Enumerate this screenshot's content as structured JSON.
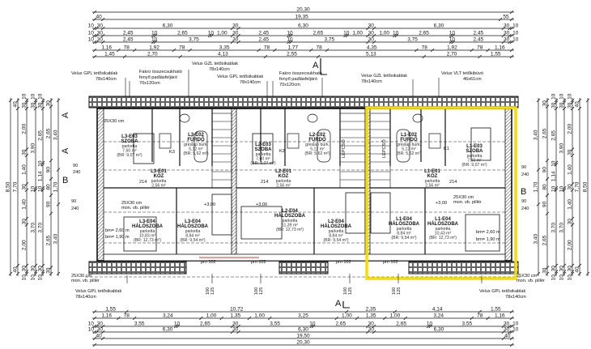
{
  "dimensions": {
    "top": [
      [
        "10",
        "30",
        "2,45",
        "10",
        "3,75",
        "30",
        "2,45",
        "10",
        "3,75",
        "30",
        "3,75",
        "10",
        "2,45",
        "30",
        "10"
      ],
      [
        "10",
        "30",
        "2,45",
        "10",
        "2,65",
        "10",
        "1,00",
        "30",
        "2,45",
        "10",
        "2,65",
        "10",
        "1,00",
        "30",
        "1,00",
        "10",
        "2,65",
        "10",
        "2,45",
        "30",
        "10"
      ],
      [
        "10",
        "30",
        "6,30",
        "30",
        "6,30",
        "30",
        "6,30",
        "30",
        "10"
      ],
      [
        "40",
        "19,35",
        "55"
      ],
      [
        "20,30"
      ]
    ],
    "top_windows": [
      [
        "1,16",
        "78",
        "1,92",
        "78",
        "3,35",
        "78",
        "1,77",
        "78",
        "4,35",
        "78",
        "1,92",
        "78",
        "1,16"
      ],
      [
        "1,45",
        "2,70",
        "4,13",
        "2,55",
        "5,13",
        "2,70",
        "1,55"
      ]
    ],
    "bottom": [
      [
        "1,55",
        "10,72",
        "2,35",
        "4,14",
        "1,55"
      ],
      [
        "1,16",
        "78",
        "3,24",
        "1,00",
        "1,35",
        "1,00",
        "3,25",
        "1,00",
        "1,35",
        "1,00",
        "3,24",
        "78",
        "1,16"
      ],
      [
        "10",
        "30",
        "3,55",
        "10",
        "2,65",
        "30",
        "3,55",
        "10",
        "2,65",
        "30",
        "2,65",
        "10",
        "3,55",
        "30",
        "10"
      ],
      [
        "10",
        "30",
        "6,30",
        "30",
        "6,30",
        "30",
        "6,30",
        "30",
        "10"
      ],
      [
        "40",
        "19,50",
        "40"
      ],
      [
        "20,30"
      ]
    ],
    "left": [
      [
        "8,50"
      ],
      [
        "40",
        "7,70",
        "40"
      ],
      [
        "10",
        "30",
        "2,00",
        "30",
        "1,40",
        "30",
        "1,40",
        "30",
        "2,00",
        "30",
        "10"
      ],
      [
        "10",
        "30",
        "3,90",
        "10",
        "3,70",
        "30",
        "10"
      ],
      [
        "10",
        "30",
        "2,65",
        "10",
        "1,14",
        "10",
        "3,70",
        "30",
        "10"
      ],
      [
        "30",
        "2,65",
        "90",
        "80",
        "90",
        "2,65",
        "30"
      ],
      [
        "3,40",
        "1,70",
        "3,40"
      ]
    ],
    "right": [
      [
        "3,40",
        "1,70",
        "3,40"
      ],
      [
        "30",
        "2,65",
        "90",
        "80",
        "90",
        "2,65",
        "30"
      ],
      [
        "10",
        "30",
        "2,65",
        "10",
        "1,14",
        "10",
        "3,70",
        "30",
        "10"
      ],
      [
        "10",
        "30",
        "3,90",
        "10",
        "3,70",
        "30",
        "10"
      ],
      [
        "10",
        "30",
        "2,00",
        "30",
        "1,40",
        "30",
        "1,40",
        "30",
        "2,00",
        "30",
        "10"
      ],
      [
        "40",
        "7,70",
        "40"
      ],
      [
        "8,50"
      ]
    ]
  },
  "window_notes": {
    "velux_gpl_1": [
      "Velux GPL tetősikablak",
      "78x140cm"
    ],
    "fakro_1": [
      "Fakro összecsukható",
      "fenyő padlásfeljáró",
      "70x120cm"
    ],
    "velux_gzl_1": [
      "Velux GZL tetősikablak",
      "78x140cm"
    ],
    "velux_gpl_2": [
      "Velux GPL tetősikablak",
      "78x140cm"
    ],
    "fakro_2": [
      "Fakro összecsukható",
      "fenyő padlásfeljáró",
      "70x120cm"
    ],
    "velux_gzl_2": [
      "Velux GZL tetősikablak",
      "78x140cm"
    ],
    "velux_vlt": [
      "Velux VLT tetőkibúvó",
      "46x61cm"
    ],
    "velux_gpl_bottom_left": [
      "Velux GPL tetősikablak",
      "78x140cm"
    ],
    "velux_gpl_bottom_right": [
      "Velux GPL tetősikablak",
      "78x140cm"
    ]
  },
  "section_marks": {
    "a": "A",
    "b": "B"
  },
  "rooms": {
    "l3_e03": {
      "code": "L3-E03",
      "name": "SZOBA",
      "floor": "parketta",
      "area": "7,60 m²",
      "br": "(BR: 9,07 m²)"
    },
    "l3_e02": {
      "code": "L3-E02",
      "name": "FÜRDŐ",
      "floor": "greslap burk.",
      "area": "5,12 m²",
      "br": "(BR: 5,62 m²)"
    },
    "l3_e01": {
      "code": "L3-E01",
      "name": "KÖZ",
      "floor": "parketta",
      "area": "2,56 m²"
    },
    "l3_e04a": {
      "code": "L3-E04",
      "name": "HÁLÓSZOBA",
      "floor": "parketta",
      "area": "10,83 m²",
      "br": "(BR: 12,73 m²)"
    },
    "l3_e04b": {
      "code": "L3-E04",
      "name": "HÁLÓSZOBA",
      "floor": "parketta",
      "area": "8,84 m²",
      "br": "(BR: 9,54 m²)"
    },
    "l2_e03": {
      "code": "L2-E03",
      "name": "SZOBA",
      "floor": "parketta",
      "area": "7,60 m²",
      "br": "(BR: 9,07 m²)"
    },
    "l2_e02": {
      "code": "L2-E02",
      "name": "FÜRDŐ",
      "floor": "greslap burk.",
      "area": "5,12 m²",
      "br": "(BR: 5,62 m²)"
    },
    "l2_e01": {
      "code": "L2-E01",
      "name": "KÖZ",
      "floor": "parketta",
      "area": "2,56 m²"
    },
    "l2_e04a": {
      "code": "L2-E04",
      "name": "HÁLÓSZOBA",
      "floor": "parketta",
      "area": "11,39 m²",
      "br": "(BR: 12,73 m²)"
    },
    "l2_e04b": {
      "code": "L2-E04",
      "name": "HÁLÓSZOBA",
      "floor": "parketta",
      "area": "8,84 m²",
      "br": "(BR: 9,54 m²)"
    },
    "l1_e02": {
      "code": "L1-E02",
      "name": "FÜRDŐ",
      "floor": "greslap burk.",
      "area": "5,12 m²",
      "br": "(BR: 5,62 m²)"
    },
    "l1_e03": {
      "code": "L1-E03",
      "name": "SZOBA",
      "floor": "parketta",
      "area": "7,60 m²",
      "br": "(BR: 9,07 m²)"
    },
    "l1_e01": {
      "code": "L1-E01",
      "name": "KÖZ",
      "floor": "parketta",
      "area": "2,56 m²"
    },
    "l1_e04a": {
      "code": "L1-E04",
      "name": "HÁLÓSZOBA",
      "floor": "parketta",
      "area": "8,84 m²",
      "br": "(BR: 9,54 m²)"
    },
    "l1_e04b": {
      "code": "L1-E04",
      "name": "HÁLÓSZOBA",
      "floor": "parketta",
      "area": "10,43 m²",
      "br": "(BR: 12,73 m²)"
    }
  },
  "labels": {
    "pm": "pm 102",
    "level": "+3,00",
    "pillar": [
      "25X30 cm",
      "mon. vb. pillér"
    ],
    "k1": "K1",
    "k2": "K2",
    "k3": "K3",
    "stair": "LÉPCSŐ",
    "door_w": "90",
    "door_h": "240",
    "door_214": "214",
    "bm_260": "bm= 2,60 m",
    "bm_190": "bm= 1,90 m",
    "sill": [
      "100",
      "125"
    ]
  },
  "highlight_color": "#f5dd00"
}
